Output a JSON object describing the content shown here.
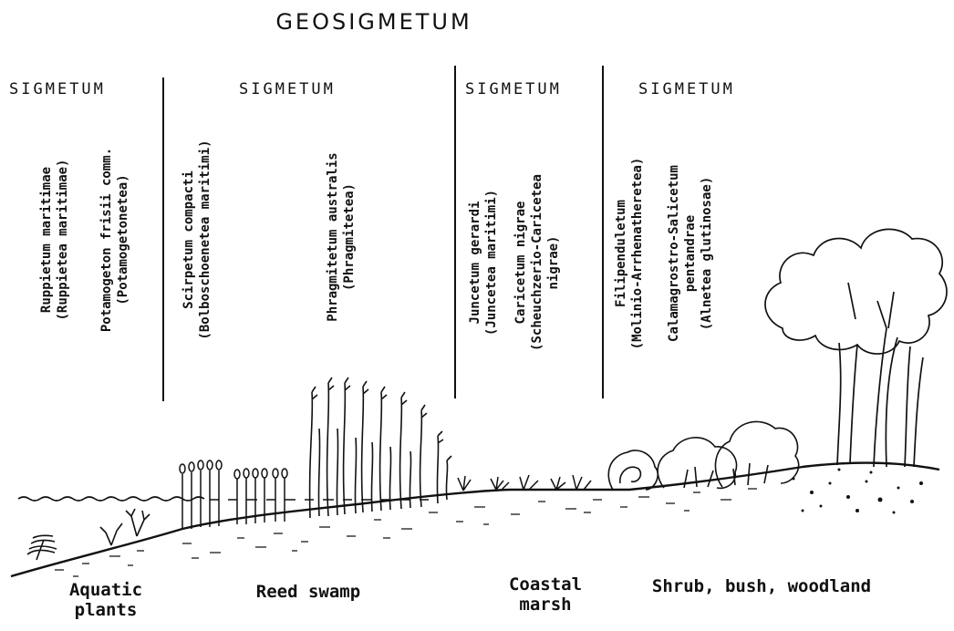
{
  "title": "GEOSIGMETUM",
  "sigmetum_label": "SIGMETUM",
  "columns": [
    {
      "id": "aquatic",
      "labels": [
        {
          "line1": "Ruppietum maritimae",
          "line2": "(Ruppietea maritimae)"
        },
        {
          "line1": "Potamogeton frisii comm.",
          "line2": "(Potamogetonetea)"
        }
      ]
    },
    {
      "id": "reed",
      "labels": [
        {
          "line1": "Scirpetum compacti",
          "line2": "(Bolboschoenetea maritimi)"
        },
        {
          "line1": "Phragmitetum australis",
          "line2": "(Phragmitetea)"
        }
      ]
    },
    {
      "id": "marsh",
      "labels": [
        {
          "line1": "Juncetum gerardi",
          "line2": "(Juncetea maritimi)"
        },
        {
          "line1": "Caricetum nigrae",
          "line2": "(Scheuchzerio-Caricetea",
          "line3": "nigrae)"
        }
      ]
    },
    {
      "id": "wood",
      "labels": [
        {
          "line1": "Filipenduletum",
          "line2": "(Molinio-Arrhenatheretea)"
        },
        {
          "line1": "Calamagrostro-Salicetum",
          "line2": "pentandrae",
          "line3": "(Alnetea glutinosae)"
        }
      ]
    }
  ],
  "zones": {
    "aquatic": "Aquatic plants",
    "aquatic_1": "Aquatic",
    "aquatic_2": "plants",
    "reed": "Reed swamp",
    "marsh_1": "Coastal",
    "marsh_2": "marsh",
    "wood": "Shrub, bush, woodland"
  }
}
